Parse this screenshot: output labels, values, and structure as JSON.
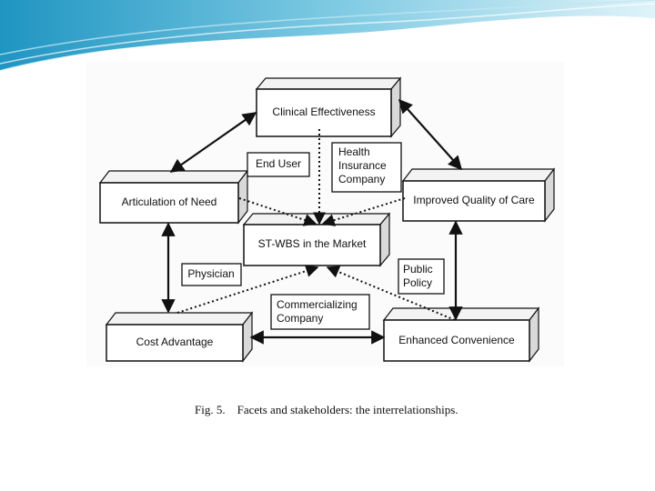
{
  "diagram": {
    "boxes": {
      "clinical_effectiveness": "Clinical Effectiveness",
      "articulation_of_need": "Articulation of Need",
      "improved_quality_of_care": "Improved Quality of Care",
      "st_wbs_in_the_market": "ST-WBS in the Market",
      "cost_advantage": "Cost Advantage",
      "enhanced_convenience": "Enhanced Convenience"
    },
    "stakeholders": {
      "end_user": [
        "End User"
      ],
      "health_insurance_company": [
        "Health",
        "Insurance",
        "Company"
      ],
      "physician": [
        "Physician"
      ],
      "public_policy": [
        "Public",
        "Policy"
      ],
      "commercializing_company": [
        "Commercializing",
        "Company"
      ]
    }
  },
  "caption": {
    "number": "Fig. 5.",
    "text": "Facets and stakeholders: the interrelationships."
  },
  "colors": {
    "slide_wave_dark": "#2aa0c8",
    "slide_wave_light": "#bfe6f2",
    "box_stroke": "#111111",
    "box_top": "#f3f3f3",
    "box_side": "#d9d9d9"
  }
}
